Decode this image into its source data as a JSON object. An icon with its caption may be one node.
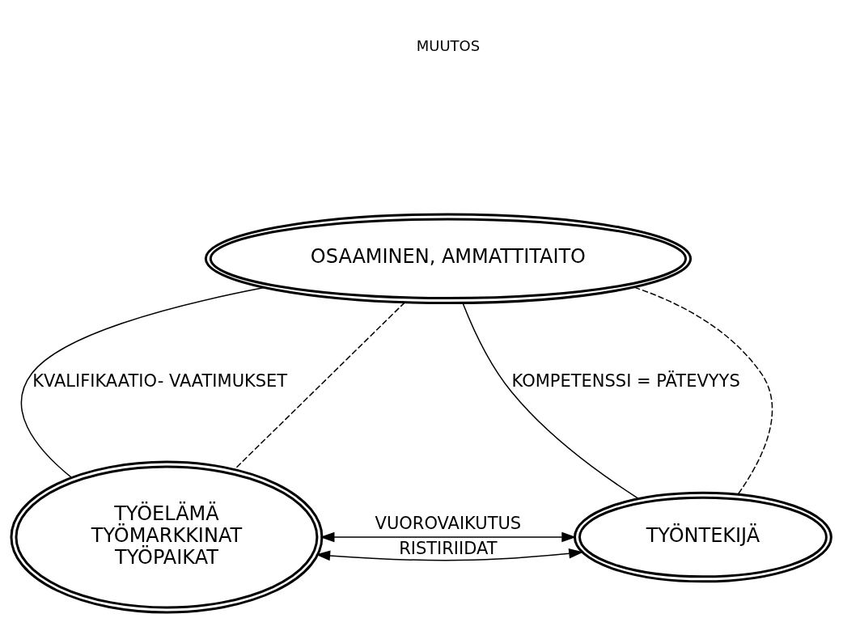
{
  "diagram": {
    "nodes": [
      {
        "text": [
          "OSAAMINEN, AMMATTITAITO"
        ]
      },
      {
        "text": [
          "TYÖELÄMÄ",
          "TYÖMARKKINAT",
          "TYÖPAIKAT"
        ]
      },
      {
        "text": [
          "TYÖNTEKIJÄ"
        ]
      }
    ],
    "edges": [
      {
        "from": 0,
        "to": 1,
        "arrow": "none",
        "label": "KVALIFIKAATIO- VAATIMUKSET"
      },
      {
        "from": 0,
        "to": 1,
        "arrow": "none",
        "style": "dashed"
      },
      {
        "from": 0,
        "to": 2,
        "arrow": "none",
        "label": "KOMPETENSSI = PÄTEVYYS"
      },
      {
        "from": 0,
        "to": 2,
        "arrow": "none",
        "style": "dashed"
      },
      {
        "from": 1,
        "to": 2,
        "arrow": "both",
        "label": "VUOROVAIKUTUS"
      },
      {
        "from": 1,
        "to": 2,
        "arrow": "both",
        "label": "RISTIRIIDAT"
      }
    ],
    "labels": [
      "MUUTOS"
    ]
  }
}
